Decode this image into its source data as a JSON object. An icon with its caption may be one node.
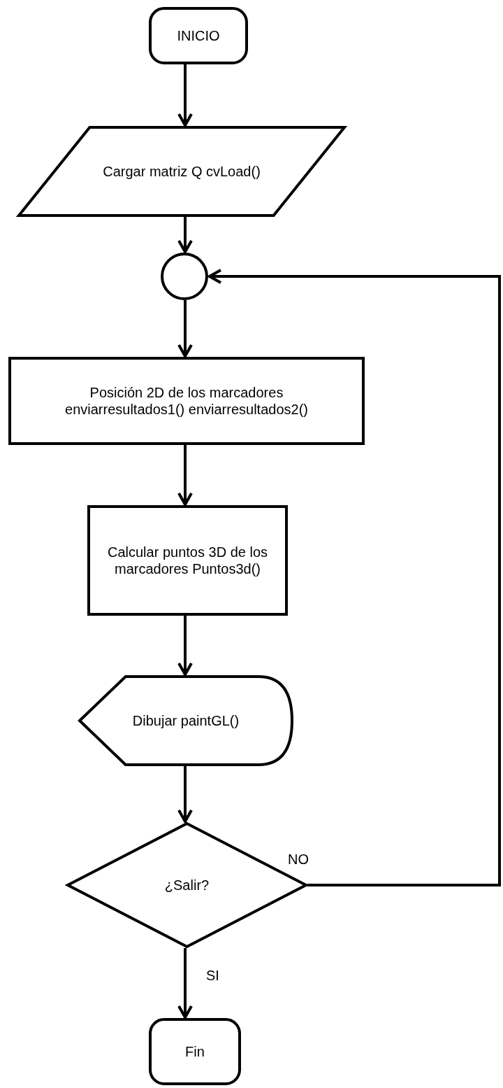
{
  "diagram": {
    "nodes": [
      {
        "text": [
          "INICIO"
        ]
      },
      {
        "text": [
          "Cargar matriz Q cvLoad()"
        ]
      },
      {
        "text": [],
        "shape": "circle"
      },
      {
        "text": [
          "Posición 2D de los marcadores enviarresultados1() enviarresultados2()"
        ]
      },
      {
        "text": [
          "Calcular puntos 3D de los marcadores Puntos3d()"
        ]
      },
      {
        "text": [
          "Dibujar paintGL()"
        ]
      },
      {
        "text": [
          "¿Salir?"
        ]
      },
      {
        "text": [
          "Fin"
        ]
      }
    ],
    "edges": [
      {
        "from": 0,
        "to": 1,
        "arrow": "to"
      },
      {
        "from": 1,
        "to": 2,
        "arrow": "to"
      },
      {
        "from": 2,
        "to": 3,
        "arrow": "to"
      },
      {
        "from": 3,
        "to": 4,
        "arrow": "to"
      },
      {
        "from": 4,
        "to": 5,
        "arrow": "to"
      },
      {
        "from": 5,
        "to": 6,
        "arrow": "to"
      },
      {
        "from": 6,
        "to": 7,
        "label": "SI",
        "arrow": "to"
      },
      {
        "from": 6,
        "to": 2,
        "label": "NO",
        "arrow": "to"
      }
    ]
  }
}
